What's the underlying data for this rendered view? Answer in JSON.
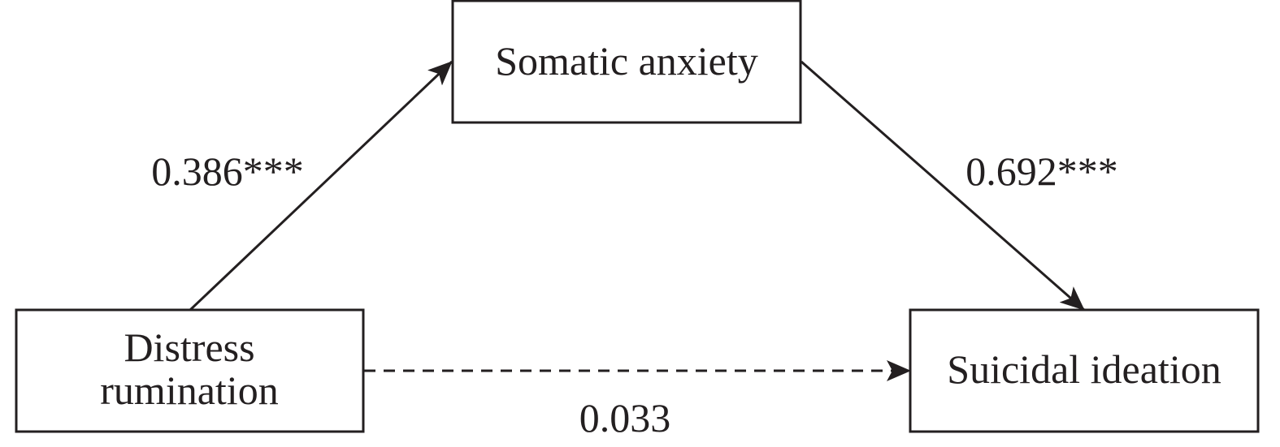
{
  "nodes": {
    "mediator": {
      "label": "Somatic anxiety"
    },
    "predictor": {
      "label_line1": "Distress",
      "label_line2": "rumination"
    },
    "outcome": {
      "label": "Suicidal ideation"
    }
  },
  "paths": {
    "a": {
      "from": "Distress rumination",
      "to": "Somatic anxiety",
      "coefficient": "0.386***",
      "style": "solid"
    },
    "b": {
      "from": "Somatic anxiety",
      "to": "Suicidal ideation",
      "coefficient": "0.692***",
      "style": "solid"
    },
    "c_prime": {
      "from": "Distress rumination",
      "to": "Suicidal ideation",
      "coefficient": "0.033",
      "style": "dashed"
    }
  },
  "colors": {
    "stroke": "#231f20",
    "background": "#ffffff"
  }
}
